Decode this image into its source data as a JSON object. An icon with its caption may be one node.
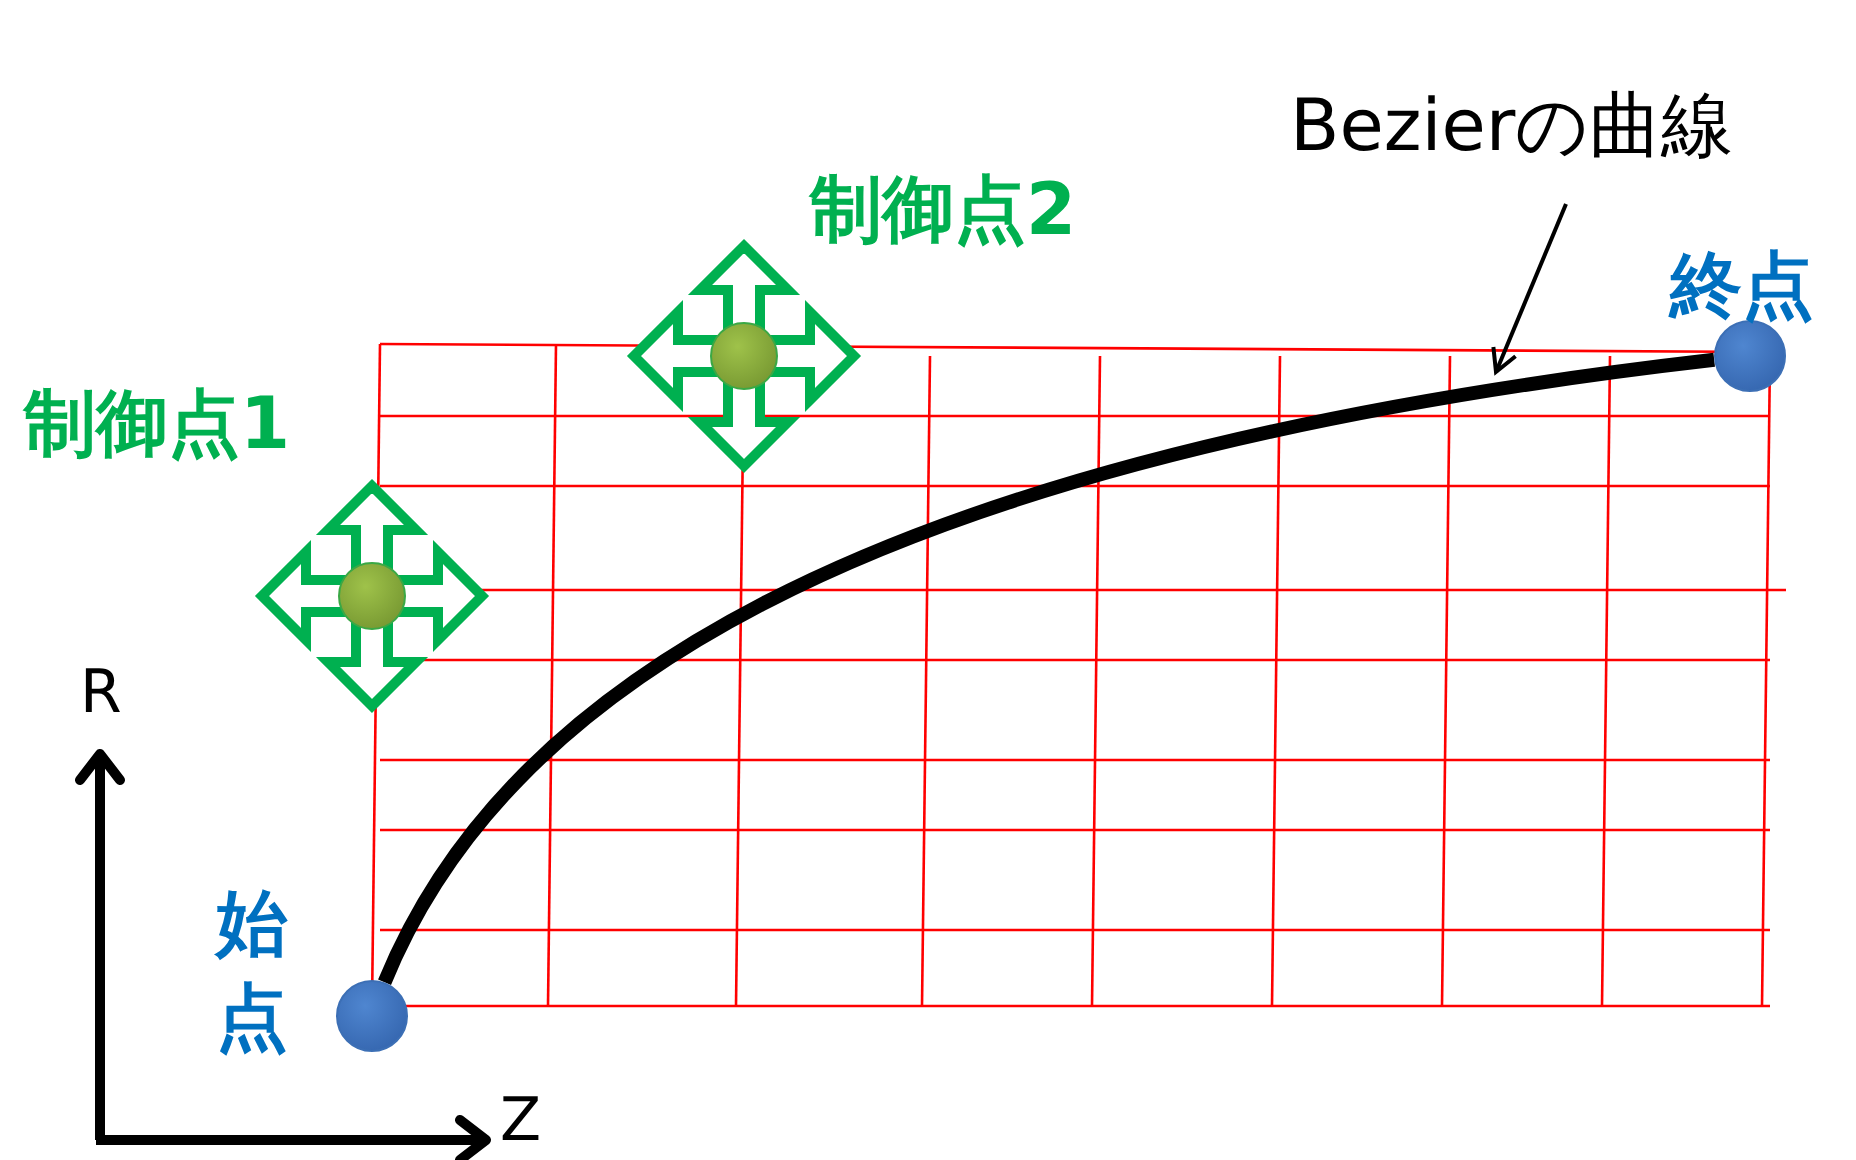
{
  "diagram": {
    "nodes": [
      {
        "text": [],
        "shape": "circle",
        "beside": [
          "制御点1"
        ]
      },
      {
        "text": [],
        "shape": "circle",
        "beside": [
          "制御点2"
        ]
      },
      {
        "text": [],
        "shape": "circle",
        "beside": [
          "終点"
        ]
      },
      {
        "text": [],
        "shape": "circle",
        "beside": [
          "始点"
        ]
      },
      {
        "text": [
          "Bezierの曲線"
        ]
      }
    ],
    "edges": [
      {
        "from": 3,
        "to": 2,
        "arrow": "none",
        "style": "thick"
      },
      {
        "from": 4,
        "to": null,
        "arrow": "to"
      }
    ],
    "labels": [
      "R",
      "Z"
    ]
  }
}
